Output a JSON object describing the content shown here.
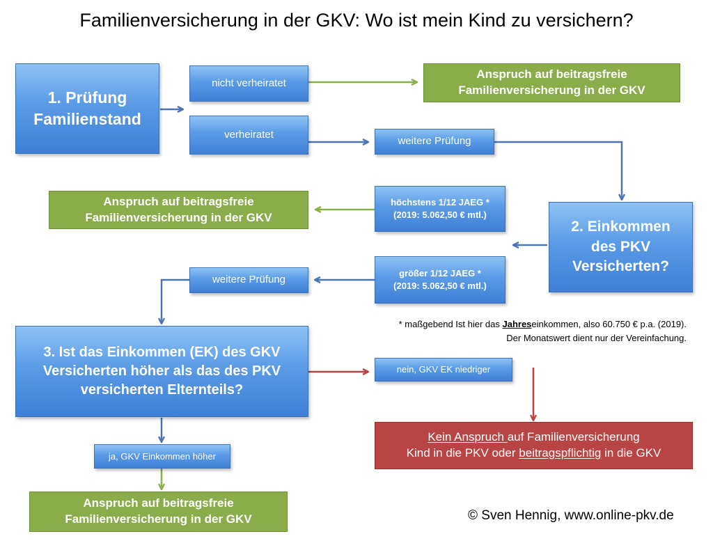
{
  "title": "Familienversicherung in der GKV: Wo ist mein Kind zu versichern?",
  "boxes": {
    "pruefung1": [
      "1. Prüfung",
      "Familienstand"
    ],
    "nicht_verheiratet": "nicht verheiratet",
    "anspruch1": [
      "Anspruch auf beitragsfreie",
      "Familienversicherung in der GKV"
    ],
    "verheiratet": "verheiratet",
    "weitere1": "weitere Prüfung",
    "hoechstens": [
      "höchstens 1/12 JAEG *",
      "(2019: 5.062,50 € mtl.)"
    ],
    "anspruch2": [
      "Anspruch auf beitragsfreie",
      "Familienversicherung in der GKV"
    ],
    "einkommen2": [
      "2. Einkommen",
      "des PKV",
      "Versicherten?"
    ],
    "groesser": [
      "größer 1/12 JAEG *",
      "(2019: 5.062,50 € mtl.)"
    ],
    "weitere2": "weitere Prüfung",
    "pruefung3": [
      "3. Ist das Einkommen (EK) des GKV",
      "Versicherten höher als das des PKV",
      "versicherten Elternteils?"
    ],
    "nein": "nein, GKV EK niedriger",
    "ja": "ja, GKV Einkommen höher",
    "anspruch3": [
      "Anspruch auf beitragsfreie",
      "Familienversicherung in der GKV"
    ],
    "kein": {
      "line1_u": "Kein Anspruch ",
      "line1_rest": "auf Familienversicherung",
      "line2_pre": "Kind in die PKV oder ",
      "line2_u": "beitragspflichtig",
      "line2_post": " in die GKV"
    }
  },
  "note": {
    "line1_pre": "* maßgebend Ist hier das ",
    "line1_u": "Jahres",
    "line1_post": "einkommen, also 60.750 € p.a. (2019).",
    "line2": "Der Monatswert dient nur der Vereinfachung."
  },
  "copyright": "© Sven Hennig, www.online-pkv.de",
  "colors": {
    "blue": "#4f8fdf",
    "green": "#8aac4a",
    "red": "#b84444",
    "blue_arrow": "#4a74b4",
    "green_arrow": "#8ab04a",
    "red_arrow": "#b84444"
  }
}
